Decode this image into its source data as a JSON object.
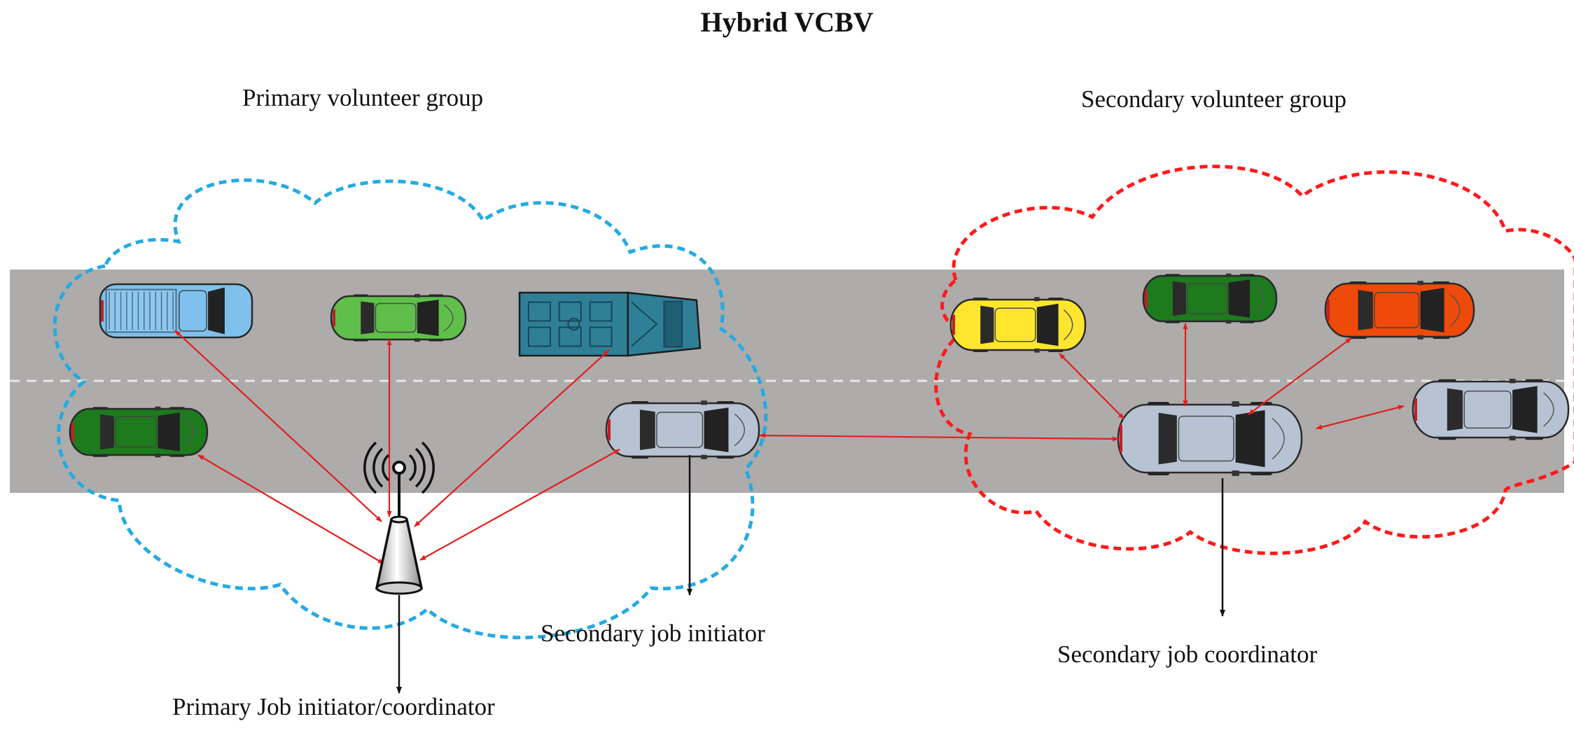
{
  "title": "Hybrid VCBV",
  "labels": {
    "primary_group": "Primary volunteer group",
    "secondary_group": "Secondary volunteer group",
    "primary_coordinator": "Primary Job initiator/coordinator",
    "secondary_initiator": "Secondary job initiator",
    "secondary_coordinator": "Secondary job coordinator"
  },
  "colors": {
    "road": "#aeabab",
    "lane_marking": "#e8e8e8",
    "primary_cloud": "#25aae1",
    "secondary_cloud": "#ff1a1a",
    "link_arrow": "#e0201e",
    "pointer_arrow": "#111111"
  },
  "vehicles": [
    {
      "id": "pickup-blue",
      "type": "pickup",
      "color": "#7fc1ec",
      "group": "primary"
    },
    {
      "id": "car-light-green",
      "type": "car",
      "color": "#5fbf4a",
      "group": "primary"
    },
    {
      "id": "truck-teal",
      "type": "truck",
      "color": "#2f7f97",
      "group": "primary"
    },
    {
      "id": "car-dark-green-left",
      "type": "car",
      "color": "#1d7a1d",
      "group": "primary"
    },
    {
      "id": "car-silver-initiator",
      "type": "car",
      "color": "#b7c3d3",
      "group": "primary"
    },
    {
      "id": "car-yellow",
      "type": "car",
      "color": "#ffe62e",
      "group": "secondary"
    },
    {
      "id": "car-dark-green-right",
      "type": "car",
      "color": "#1d7a1d",
      "group": "secondary"
    },
    {
      "id": "car-orange",
      "type": "car",
      "color": "#ee4a0a",
      "group": "secondary"
    },
    {
      "id": "car-silver-coordinator",
      "type": "car",
      "color": "#b7c3d3",
      "group": "secondary"
    },
    {
      "id": "car-silver-right",
      "type": "car",
      "color": "#b7c3d3",
      "group": "secondary"
    }
  ],
  "tower": {
    "icon": "antenna-tower-icon"
  }
}
